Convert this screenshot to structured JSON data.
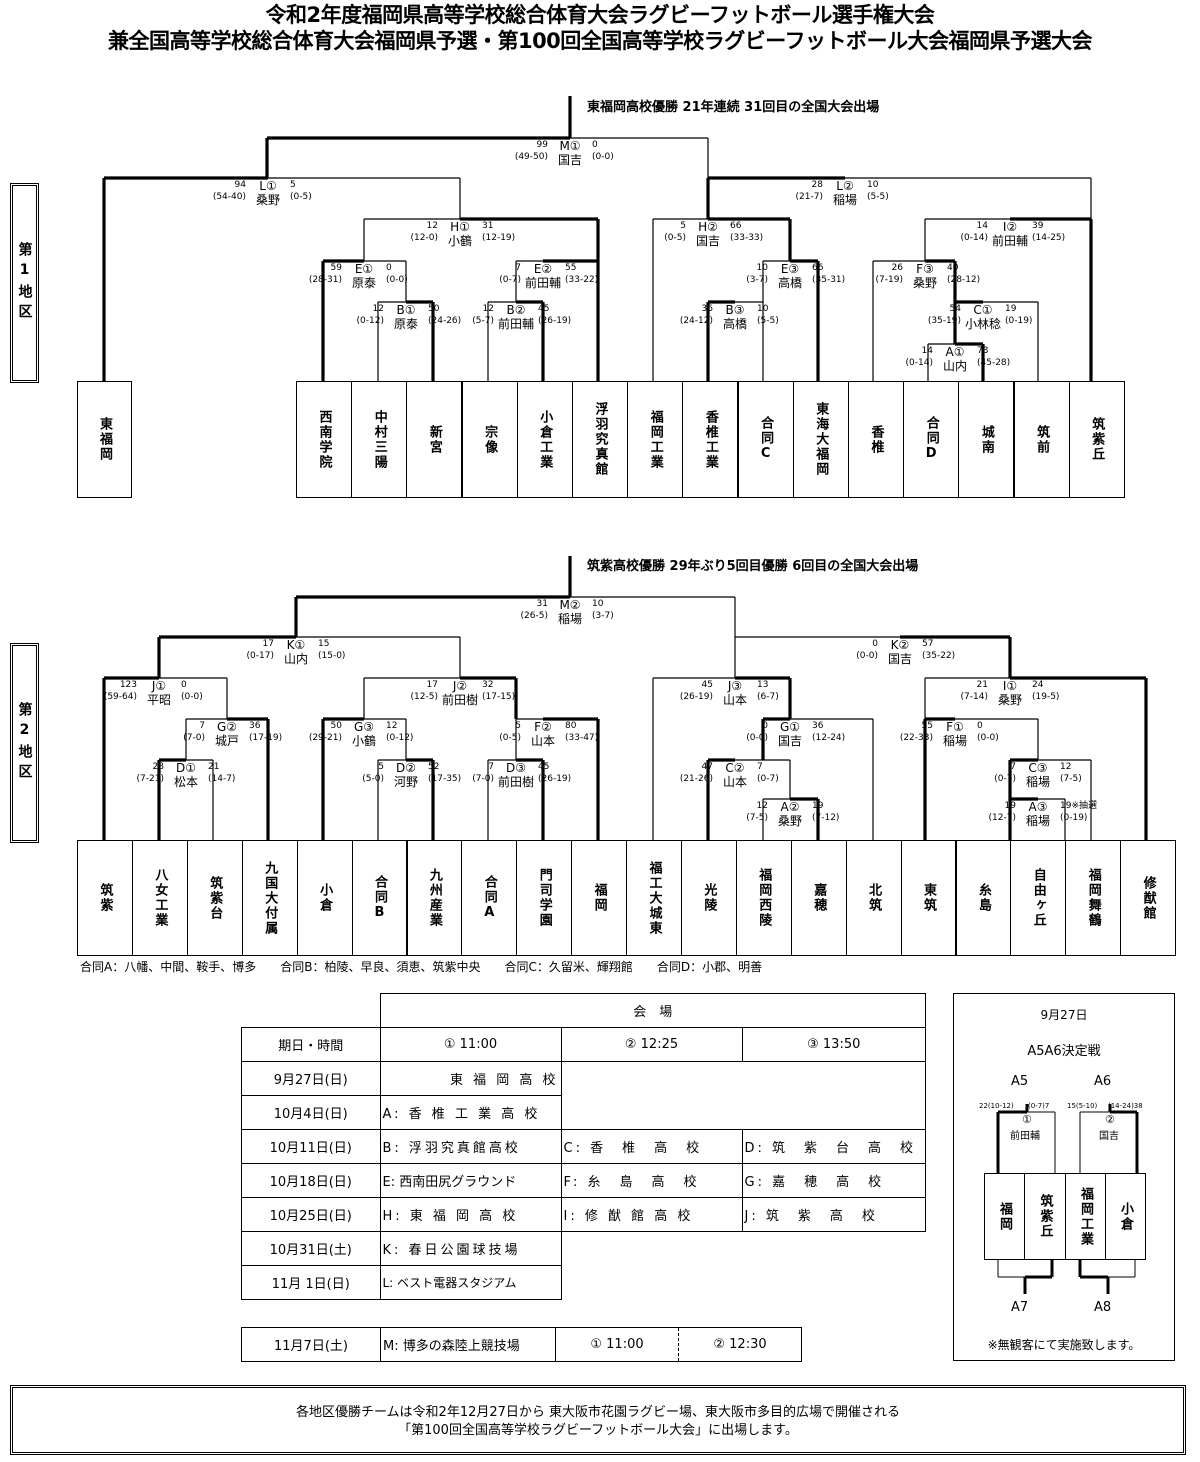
{
  "header": {
    "title_line1": "令和2年度福岡県高等学校総合体育大会ラグビーフットボール選手権大会",
    "title_line2": "兼全国高等学校総合体育大会福岡県予選・第100回全国高等学校ラグビーフットボール大会福岡県予選大会"
  },
  "district1": {
    "label": "第1地区",
    "champion_note": "東福岡高校優勝  21年連続  31回目の全国大会出場",
    "teams": [
      "東福岡",
      "西南学院",
      "中村三陽",
      "新宮",
      "宗像",
      "小倉工業",
      "浮羽究真館",
      "福岡工業",
      "香椎工業",
      "合同C",
      "東海大福岡",
      "香椎",
      "合同D",
      "城南",
      "筑前",
      "筑紫丘"
    ],
    "matches": [
      {
        "id": "M1",
        "label": "M①",
        "venue": "国吉",
        "ls": "99",
        "lh": "(49-50)",
        "rs": "0",
        "rh": "(0-0)"
      },
      {
        "id": "L1",
        "label": "L①",
        "venue": "桑野",
        "ls": "94",
        "lh": "(54-40)",
        "rs": "5",
        "rh": "(0-5)"
      },
      {
        "id": "L2",
        "label": "L②",
        "venue": "稲場",
        "ls": "28",
        "lh": "(21-7)",
        "rs": "10",
        "rh": "(5-5)"
      },
      {
        "id": "H1",
        "label": "H①",
        "venue": "小鶴",
        "ls": "12",
        "lh": "(12-0)",
        "rs": "31",
        "rh": "(12-19)"
      },
      {
        "id": "H2",
        "label": "H②",
        "venue": "国吉",
        "ls": "5",
        "lh": "(0-5)",
        "rs": "66",
        "rh": "(33-33)"
      },
      {
        "id": "I2",
        "label": "I②",
        "venue": "前田輔",
        "ls": "14",
        "lh": "(0-14)",
        "rs": "39",
        "rh": "(14-25)"
      },
      {
        "id": "E1",
        "label": "E①",
        "venue": "原泰",
        "ls": "59",
        "lh": "(28-31)",
        "rs": "0",
        "rh": "(0-0)"
      },
      {
        "id": "E2",
        "label": "E②",
        "venue": "前田輔",
        "ls": "7",
        "lh": "(0-7)",
        "rs": "55",
        "rh": "(33-22)"
      },
      {
        "id": "E3",
        "label": "E③",
        "venue": "高橋",
        "ls": "10",
        "lh": "(3-7)",
        "rs": "66",
        "rh": "(35-31)"
      },
      {
        "id": "F3",
        "label": "F③",
        "venue": "桑野",
        "ls": "26",
        "lh": "(7-19)",
        "rs": "40",
        "rh": "(28-12)"
      },
      {
        "id": "B1",
        "label": "B①",
        "venue": "原泰",
        "ls": "12",
        "lh": "(0-12)",
        "rs": "50",
        "rh": "(24-26)"
      },
      {
        "id": "B2",
        "label": "B②",
        "venue": "前田輔",
        "ls": "12",
        "lh": "(5-7)",
        "rs": "45",
        "rh": "(26-19)"
      },
      {
        "id": "B3",
        "label": "B③",
        "venue": "高橋",
        "ls": "36",
        "lh": "(24-12)",
        "rs": "10",
        "rh": "(5-5)"
      },
      {
        "id": "C1",
        "label": "C①",
        "venue": "小林稔",
        "ls": "54",
        "lh": "(35-19)",
        "rs": "19",
        "rh": "(0-19)"
      },
      {
        "id": "A1",
        "label": "A①",
        "venue": "山内",
        "ls": "14",
        "lh": "(0-14)",
        "rs": "73",
        "rh": "(45-28)"
      }
    ]
  },
  "district2": {
    "label": "第2地区",
    "champion_note": "筑紫高校優勝  29年ぶり5回目優勝  6回目の全国大会出場",
    "teams": [
      "筑紫",
      "八女工業",
      "筑紫台",
      "九国大付属",
      "小倉",
      "合同B",
      "九州産業",
      "合同A",
      "門司学園",
      "福岡",
      "福工大城東",
      "光陵",
      "福岡西陵",
      "嘉穂",
      "北筑",
      "東筑",
      "糸島",
      "自由ヶ丘",
      "福岡舞鶴",
      "修猷館"
    ],
    "matches": [
      {
        "id": "M2",
        "label": "M②",
        "venue": "稲場",
        "ls": "31",
        "lh": "(26-5)",
        "rs": "10",
        "rh": "(3-7)"
      },
      {
        "id": "K1",
        "label": "K①",
        "venue": "山内",
        "ls": "17",
        "lh": "(0-17)",
        "rs": "15",
        "rh": "(15-0)"
      },
      {
        "id": "K2",
        "label": "K②",
        "venue": "国吉",
        "ls": "0",
        "lh": "(0-0)",
        "rs": "57",
        "rh": "(35-22)"
      },
      {
        "id": "J1",
        "label": "J①",
        "venue": "平昭",
        "ls": "123",
        "lh": "(59-64)",
        "rs": "0",
        "rh": "(0-0)"
      },
      {
        "id": "J2",
        "label": "J②",
        "venue": "前田樹",
        "ls": "17",
        "lh": "(12-5)",
        "rs": "32",
        "rh": "(17-15)"
      },
      {
        "id": "J3",
        "label": "J③",
        "venue": "山本",
        "ls": "45",
        "lh": "(26-19)",
        "rs": "13",
        "rh": "(6-7)"
      },
      {
        "id": "I1",
        "label": "I①",
        "venue": "桑野",
        "ls": "21",
        "lh": "(7-14)",
        "rs": "24",
        "rh": "(19-5)"
      },
      {
        "id": "G2",
        "label": "G②",
        "venue": "城戸",
        "ls": "7",
        "lh": "(7-0)",
        "rs": "36",
        "rh": "(17-19)"
      },
      {
        "id": "G3",
        "label": "G③",
        "venue": "小鶴",
        "ls": "50",
        "lh": "(29-21)",
        "rs": "12",
        "rh": "(0-12)"
      },
      {
        "id": "F2",
        "label": "F②",
        "venue": "山本",
        "ls": "5",
        "lh": "(0-5)",
        "rs": "80",
        "rh": "(33-47)"
      },
      {
        "id": "G1",
        "label": "G①",
        "venue": "国吉",
        "ls": "0",
        "lh": "(0-0)",
        "rs": "36",
        "rh": "(12-24)"
      },
      {
        "id": "F1",
        "label": "F①",
        "venue": "稲場",
        "ls": "55",
        "lh": "(22-33)",
        "rs": "0",
        "rh": "(0-0)"
      },
      {
        "id": "D1",
        "label": "D①",
        "venue": "松本",
        "ls": "28",
        "lh": "(7-21)",
        "rs": "21",
        "rh": "(14-7)"
      },
      {
        "id": "D2",
        "label": "D②",
        "venue": "河野",
        "ls": "5",
        "lh": "(5-0)",
        "rs": "52",
        "rh": "(17-35)"
      },
      {
        "id": "D3",
        "label": "D③",
        "venue": "前田樹",
        "ls": "7",
        "lh": "(7-0)",
        "rs": "45",
        "rh": "(26-19)"
      },
      {
        "id": "C2",
        "label": "C②",
        "venue": "山本",
        "ls": "47",
        "lh": "(21-26)",
        "rs": "7",
        "rh": "(0-7)"
      },
      {
        "id": "C3",
        "label": "C③",
        "venue": "稲場",
        "ls": "7",
        "lh": "(0-7)",
        "rs": "12",
        "rh": "(7-5)"
      },
      {
        "id": "A2",
        "label": "A②",
        "venue": "桑野",
        "ls": "12",
        "lh": "(7-5)",
        "rs": "19",
        "rh": "(7-12)"
      },
      {
        "id": "A3",
        "label": "A③",
        "venue": "稲場",
        "ls": "19",
        "lh": "(12-7)",
        "rs": "19※抽選",
        "rh": "(0-19)"
      }
    ]
  },
  "joint_teams_note": "合同A：八幡、中間、鞍手、博多　　合同B：柏陵、早良、須恵、筑紫中央　　合同C：久留米、輝翔館　　合同D：小郡、明善",
  "schedule": {
    "venue_header": "会　場",
    "date_header": "期日・時間",
    "slots": [
      "① 11:00",
      "② 12:25",
      "③ 13:50"
    ],
    "rows": [
      {
        "date": "9月27日(日)",
        "v1": "東 福 岡 高 校",
        "v2": "",
        "v3": ""
      },
      {
        "date": "10月4日(日)",
        "v1": "A: 香 椎 工 業 高 校",
        "v2": "",
        "v3": ""
      },
      {
        "date": "10月11日(日)",
        "v1": "B: 浮羽究真館高校",
        "v2": "C: 香　椎　高　校",
        "v3": "D: 筑　紫　台　高　校"
      },
      {
        "date": "10月18日(日)",
        "v1": "E: 西南田尻グラウンド",
        "v2": "F: 糸　島　高　校",
        "v3": "G: 嘉　穂　高　校"
      },
      {
        "date": "10月25日(日)",
        "v1": "H: 東 福 岡 高 校",
        "v2": "I: 修 猷 館 高 校",
        "v3": "J: 筑　紫　高　校"
      },
      {
        "date": "10月31日(土)",
        "v1": "K: 春日公園球技場",
        "v2": "",
        "v3": ""
      },
      {
        "date": "11月 1日(日)",
        "v1": "L: ベスト電器スタジアム",
        "v2": "",
        "v3": ""
      }
    ],
    "final": {
      "date": "11月7日(土)",
      "venue": "M: 博多の森陸上競技場",
      "slot1": "① 11:00",
      "slot2": "② 12:30"
    }
  },
  "side_panel": {
    "date": "9月27日",
    "title": "A5A6決定戦",
    "a5": "A5",
    "a6": "A6",
    "a7": "A7",
    "a8": "A8",
    "m1_scores": "22(10-12)",
    "m1_scores_r": "(0-7)7",
    "m2_scores": "15(5-10)",
    "m2_scores_r": "(14-24)38",
    "m1_label": "①",
    "m1_venue": "前田輔",
    "m2_label": "②",
    "m2_venue": "国吉",
    "teams": [
      "福岡",
      "筑紫丘",
      "福岡工業",
      "小倉"
    ],
    "note": "※無観客にて実施致します。"
  },
  "footer": {
    "line1": "各地区優勝チームは令和2年12月27日から 東大阪市花園ラグビー場、東大阪市多目的広場で開催される",
    "line2": "「第100回全国高等学校ラグビーフットボール大会」に出場します。"
  }
}
